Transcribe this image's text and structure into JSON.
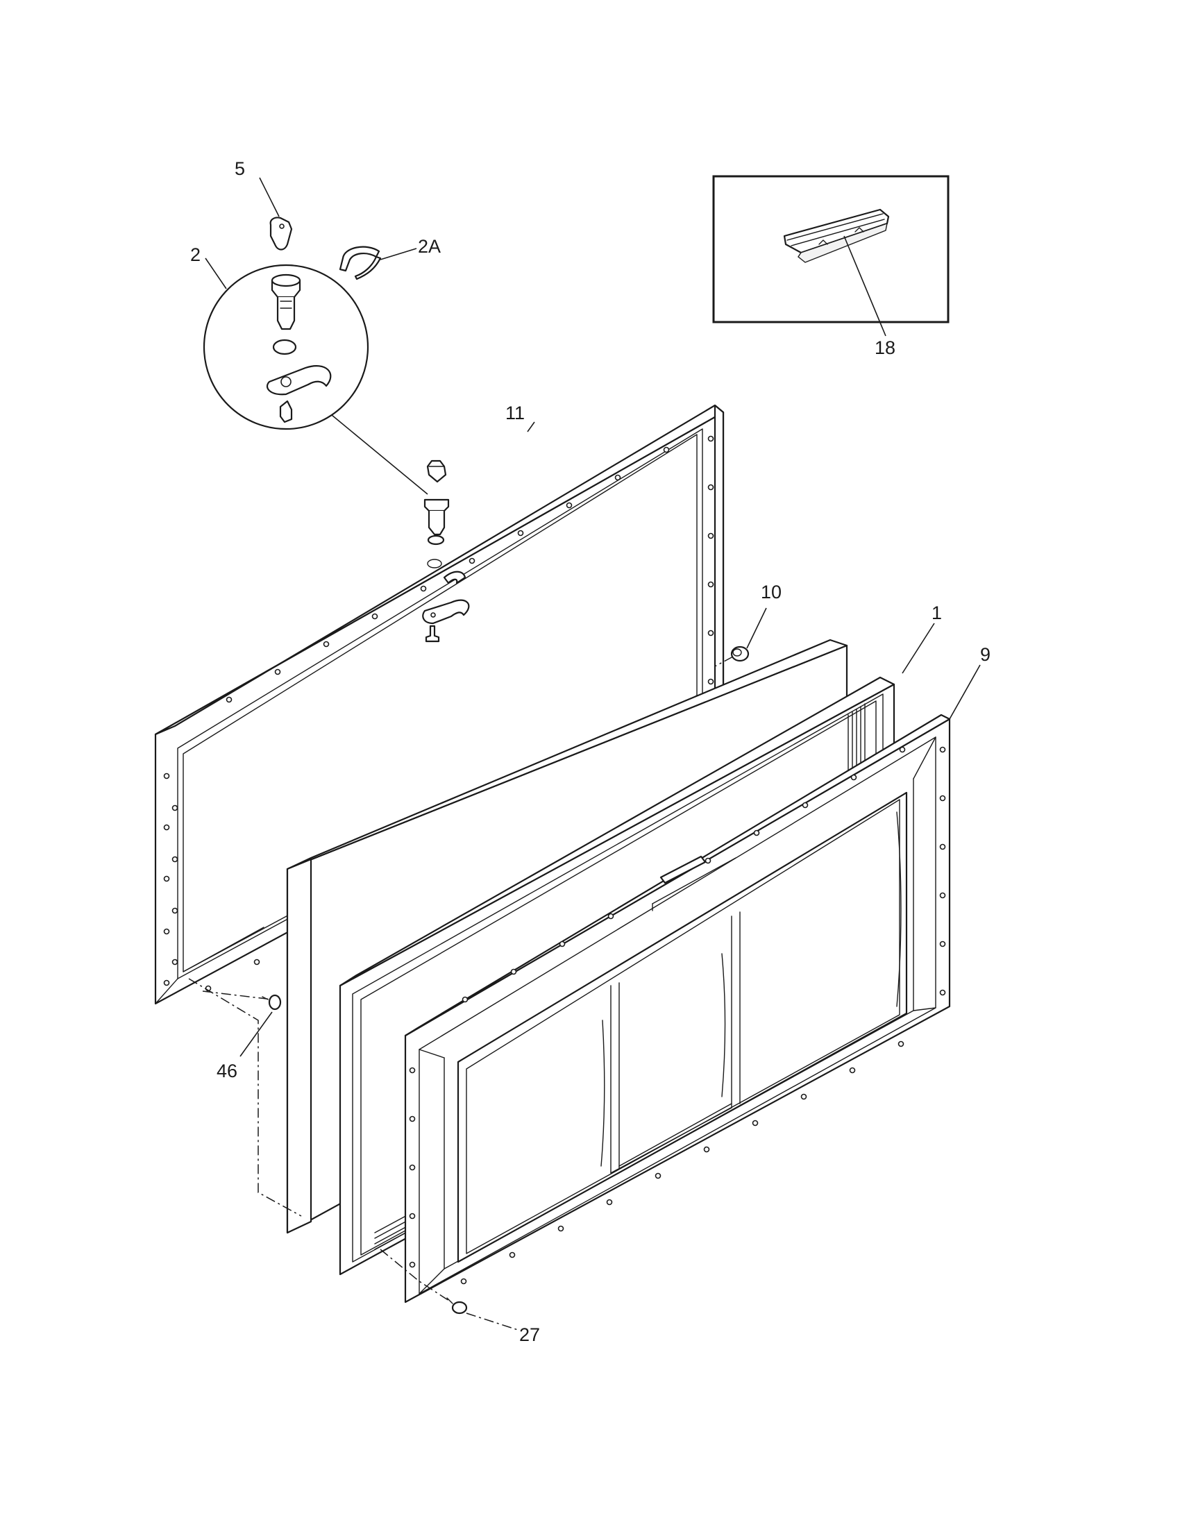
{
  "callouts": {
    "c5": "5",
    "c2": "2",
    "c2a": "2A",
    "c18": "18",
    "c11": "11",
    "c10": "10",
    "c1": "1",
    "c9": "9",
    "c46": "46",
    "c27": "27"
  },
  "colors": {
    "ink": "#1a1a1a",
    "paper": "#ffffff"
  }
}
